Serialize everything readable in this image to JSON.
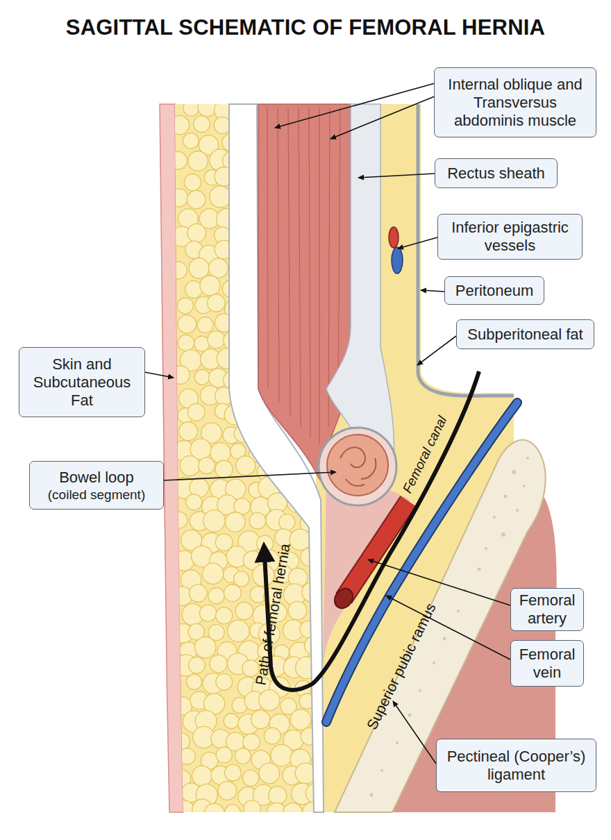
{
  "diagram": {
    "title": "SAGITTAL SCHEMATIC OF FEMORAL HERNIA",
    "nodes": [
      {
        "text": [
          "Internal oblique and Transversus abdominis muscle"
        ]
      },
      {
        "text": [
          "Rectus sheath"
        ]
      },
      {
        "text": [
          "Inferior epigastric vessels"
        ]
      },
      {
        "text": [
          "Peritoneum"
        ]
      },
      {
        "text": [
          "Subperitoneal fat"
        ]
      },
      {
        "text": [
          "Skin and Subcutaneous Fat"
        ]
      },
      {
        "text": [
          "Bowel loop",
          "(coiled segment)"
        ]
      },
      {
        "text": [
          "Femoral artery"
        ]
      },
      {
        "text": [
          "Femoral vein"
        ]
      },
      {
        "text": [
          "Pectineal (Cooper’s) ligament"
        ]
      }
    ],
    "labels": [
      "Femoral canal",
      "Path of femoral hernia",
      "Superior pubic ramus"
    ]
  }
}
